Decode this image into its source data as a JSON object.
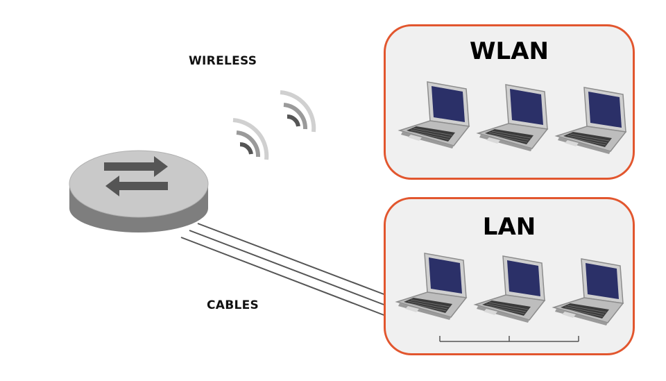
{
  "labels": {
    "wireless": "WIRELESS",
    "cables": "CABLES"
  },
  "wlan": {
    "title": "WLAN",
    "laptop_count": 3
  },
  "lan": {
    "title": "LAN",
    "laptop_count": 3
  },
  "colors": {
    "accent_border": "#e2562e",
    "panel_background": "#f0f0f0",
    "screen": "#2b3068",
    "router_body": "#8a8a8a",
    "router_top": "#c9c9c9",
    "arrows": "#555555",
    "cable_line": "#555555"
  },
  "icons": [
    "router-icon",
    "wifi-signal-icon",
    "laptop-icon",
    "cable-icon"
  ]
}
